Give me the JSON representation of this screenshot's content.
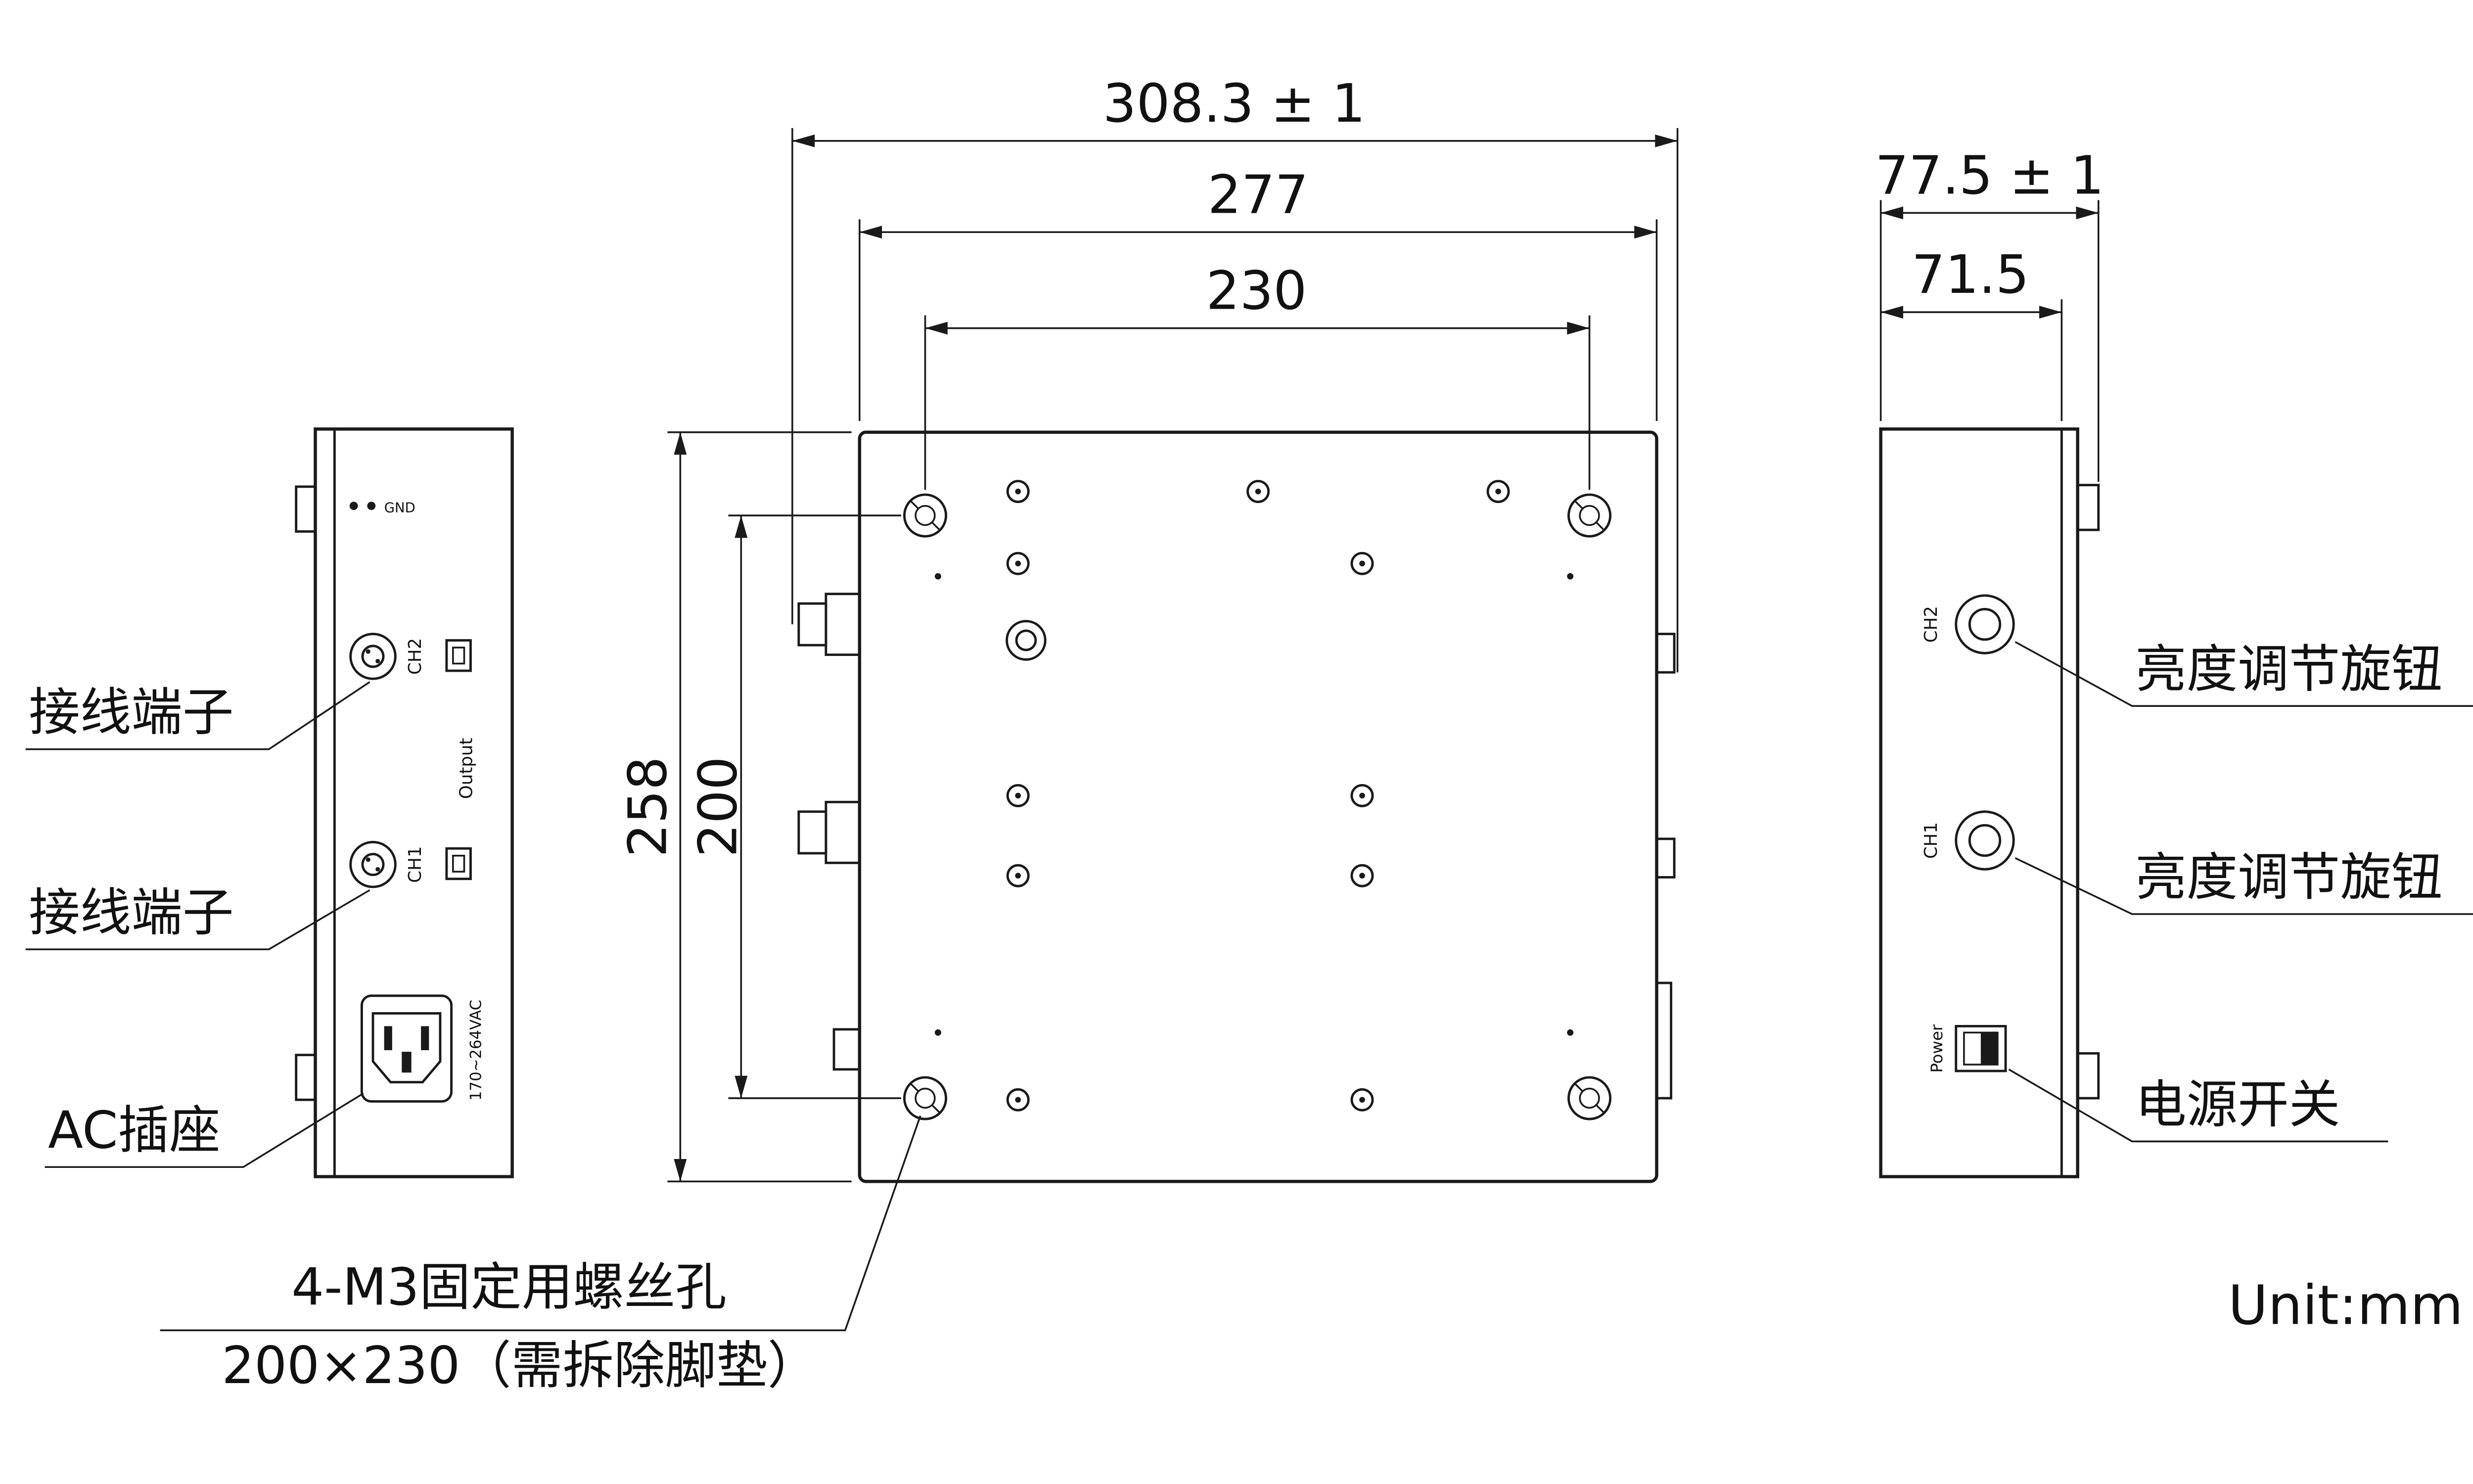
{
  "unit": "Unit:mm",
  "dims": {
    "overall_width": "308.3 ± 1",
    "body_width": "277",
    "screw_span_x": "230",
    "depth": "258",
    "screw_span_y": "200",
    "side_overall_width": "77.5 ± 1",
    "side_body_width": "71.5"
  },
  "callouts": {
    "terminal_upper": "接线端子",
    "terminal_lower": "接线端子",
    "ac_socket": "AC插座",
    "screw_note_line1": "4-M3固定用螺丝孔",
    "screw_note_line2": "200×230（需拆除脚垫）",
    "brightness_upper": "亮度调节旋钮",
    "brightness_lower": "亮度调节旋钮",
    "power_switch": "电源开关"
  },
  "rear_panel": {
    "gnd": "GND",
    "ch2": "CH2",
    "ch1": "CH1",
    "output": "Output",
    "voltage": "170~264VAC"
  },
  "front_panel": {
    "ch2": "CH2",
    "ch1": "CH1",
    "power": "Power"
  }
}
